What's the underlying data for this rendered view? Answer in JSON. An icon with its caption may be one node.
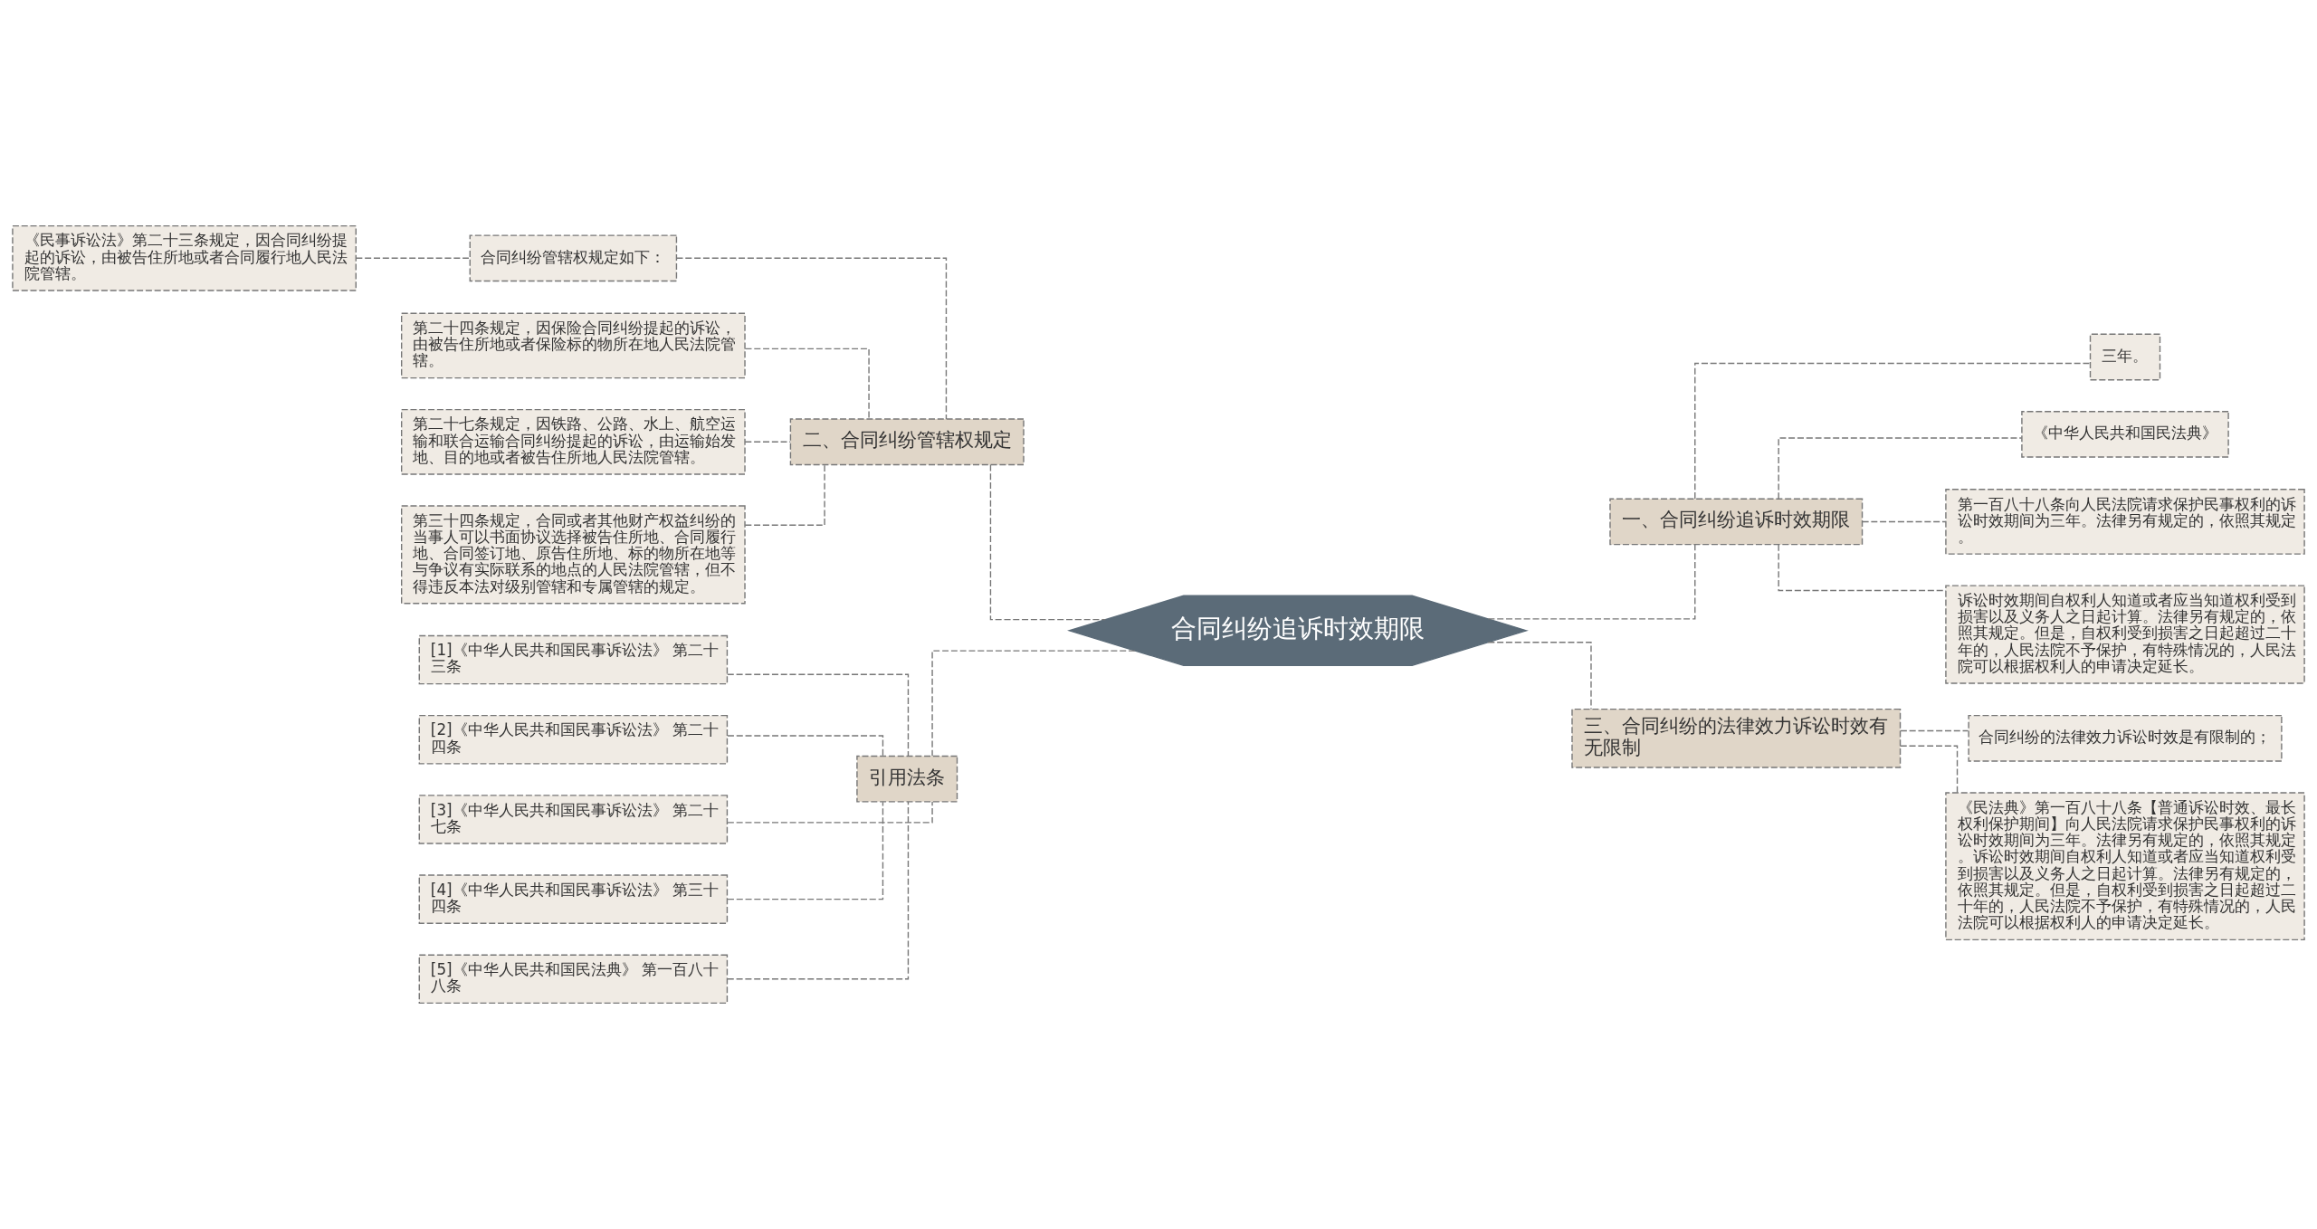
{
  "diagram": {
    "nodes": [
      {
        "text": [
          "合同纠纷追诉时效期限"
        ]
      },
      {
        "text": [
          "二、合同纠纷管辖权规定"
        ]
      },
      {
        "text": [
          "合同纠纷管辖权规定如下："
        ]
      },
      {
        "text": [
          "《民事诉讼法》第二十三条规定，因合同纠纷提起的诉讼，由被告住所地或者合同履行地人民法院管辖。"
        ]
      },
      {
        "text": [
          "第二十四条规定，因保险合同纠纷提起的诉讼，由被告住所地或者保险标的物所在地人民法院管辖。"
        ]
      },
      {
        "text": [
          "第二十七条规定，因铁路、公路、水上、航空运输和联合运输合同纠纷提起的诉讼，由运输始发地、目的地或者被告住所地人民法院管辖。"
        ]
      },
      {
        "text": [
          "第三十四条规定，合同或者其他财产权益纠纷的当事人可以书面协议选择被告住所地、合同履行地、合同签订地、原告住所地、标的物所在地等与争议有实际联系的地点的人民法院管辖，但不得违反本法对级别管辖和专属管辖的规定。"
        ]
      },
      {
        "text": [
          "引用法条"
        ]
      },
      {
        "text": [
          "[1]《中华人民共和国民事诉讼法》 第二十三条"
        ]
      },
      {
        "text": [
          "[2]《中华人民共和国民事诉讼法》 第二十四条"
        ]
      },
      {
        "text": [
          "[3]《中华人民共和国民事诉讼法》 第二十七条"
        ]
      },
      {
        "text": [
          "[4]《中华人民共和国民事诉讼法》 第三十四条"
        ]
      },
      {
        "text": [
          "[5]《中华人民共和国民法典》 第一百八十八条"
        ]
      },
      {
        "text": [
          "一、合同纠纷追诉时效期限"
        ]
      },
      {
        "text": [
          "三年。"
        ]
      },
      {
        "text": [
          "《中华人民共和国民法典》"
        ]
      },
      {
        "text": [
          "第一百八十八条向人民法院请求保护民事权利的诉讼时效期间为三年。法律另有规定的，依照其规定。"
        ]
      },
      {
        "text": [
          "诉讼时效期间自权利人知道或者应当知道权利受到损害以及义务人之日起计算。法律另有规定的，依照其规定。但是，自权利受到损害之日起超过二十年的，人民法院不予保护，有特殊情况的，人民法院可以根据权利人的申请决定延长。"
        ]
      },
      {
        "text": [
          "三、合同纠纷的法律效力诉讼时效有无限制"
        ]
      },
      {
        "text": [
          "合同纠纷的法律效力诉讼时效是有限制的；"
        ]
      },
      {
        "text": [
          "《民法典》第一百八十八条【普通诉讼时效、最长权利保护期间】向人民法院请求保护民事权利的诉讼时效期间为三年。法律另有规定的，依照其规定。诉讼时效期间自权利人知道或者应当知道权利受到损害以及义务人之日起计算。法律另有规定的，依照其规定。但是，自权利受到损害之日起超过二十年的，人民法院不予保护，有特殊情况的，人民法院可以根据权利人的申请决定延长。"
        ]
      }
    ],
    "edges": [
      {
        "from": 0,
        "to": 1,
        "arrow": "none",
        "style": "dashed"
      },
      {
        "from": 1,
        "to": 2,
        "arrow": "none",
        "style": "dashed"
      },
      {
        "from": 2,
        "to": 3,
        "arrow": "none",
        "style": "dashed"
      },
      {
        "from": 1,
        "to": 4,
        "arrow": "none",
        "style": "dashed"
      },
      {
        "from": 1,
        "to": 5,
        "arrow": "none",
        "style": "dashed"
      },
      {
        "from": 1,
        "to": 6,
        "arrow": "none",
        "style": "dashed"
      },
      {
        "from": 0,
        "to": 7,
        "arrow": "none",
        "style": "dashed"
      },
      {
        "from": 7,
        "to": 8,
        "arrow": "none",
        "style": "dashed"
      },
      {
        "from": 7,
        "to": 9,
        "arrow": "none",
        "style": "dashed"
      },
      {
        "from": 7,
        "to": 10,
        "arrow": "none",
        "style": "dashed"
      },
      {
        "from": 7,
        "to": 11,
        "arrow": "none",
        "style": "dashed"
      },
      {
        "from": 7,
        "to": 12,
        "arrow": "none",
        "style": "dashed"
      },
      {
        "from": 0,
        "to": 13,
        "arrow": "none",
        "style": "dashed"
      },
      {
        "from": 13,
        "to": 14,
        "arrow": "none",
        "style": "dashed"
      },
      {
        "from": 13,
        "to": 15,
        "arrow": "none",
        "style": "dashed"
      },
      {
        "from": 13,
        "to": 16,
        "arrow": "none",
        "style": "dashed"
      },
      {
        "from": 13,
        "to": 17,
        "arrow": "none",
        "style": "dashed"
      },
      {
        "from": 0,
        "to": 18,
        "arrow": "none",
        "style": "dashed"
      },
      {
        "from": 18,
        "to": 19,
        "arrow": "none",
        "style": "dashed"
      },
      {
        "from": 18,
        "to": 20,
        "arrow": "none",
        "style": "dashed"
      }
    ]
  }
}
